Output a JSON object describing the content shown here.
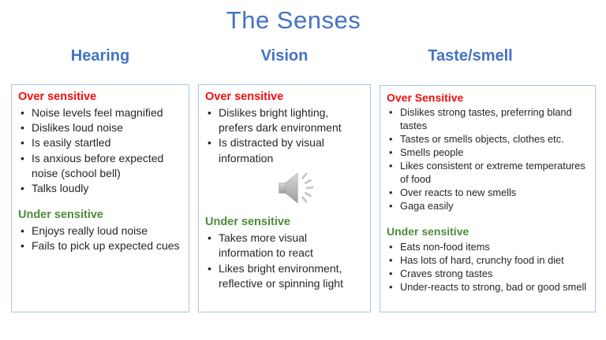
{
  "title": "The Senses",
  "colors": {
    "accent_blue": "#4472C4",
    "over_red": "#F50D0D",
    "under_green": "#4C8C3A",
    "box_border": "#A9C7E8",
    "body_text": "#262626",
    "speaker_gray": "#B5B5B5"
  },
  "icons": {
    "audio": "speaker-audio-icon"
  },
  "columns": [
    {
      "header": "Hearing",
      "sections": [
        {
          "heading": "Over sensitive",
          "items": [
            "Noise levels feel magnified",
            "Dislikes loud noise",
            "Is easily startled",
            "Is anxious before expected noise (school bell)",
            "Talks loudly"
          ]
        },
        {
          "heading": "Under sensitive",
          "items": [
            "Enjoys really loud noise",
            "Fails to pick up expected cues"
          ]
        }
      ]
    },
    {
      "header": "Vision",
      "sections": [
        {
          "heading": "Over sensitive",
          "items": [
            "Dislikes bright lighting, prefers dark environment",
            "Is distracted by visual information"
          ]
        },
        {
          "heading": "Under sensitive",
          "items": [
            "Takes more visual information to react",
            "Likes bright environment, reflective or spinning light"
          ]
        }
      ]
    },
    {
      "header": "Taste/smell",
      "sections": [
        {
          "heading": "Over Sensitive",
          "items": [
            "Dislikes strong tastes, preferring bland tastes",
            "Tastes or smells objects, clothes etc.",
            "Smells people",
            "Likes consistent or extreme temperatures of food",
            "Over reacts to new smells",
            "Gaga easily"
          ]
        },
        {
          "heading": "Under sensitive",
          "items": [
            "Eats non-food items",
            "Has lots of hard, crunchy food in diet",
            "Craves strong tastes",
            "Under-reacts to strong, bad or good smell"
          ]
        }
      ]
    }
  ]
}
